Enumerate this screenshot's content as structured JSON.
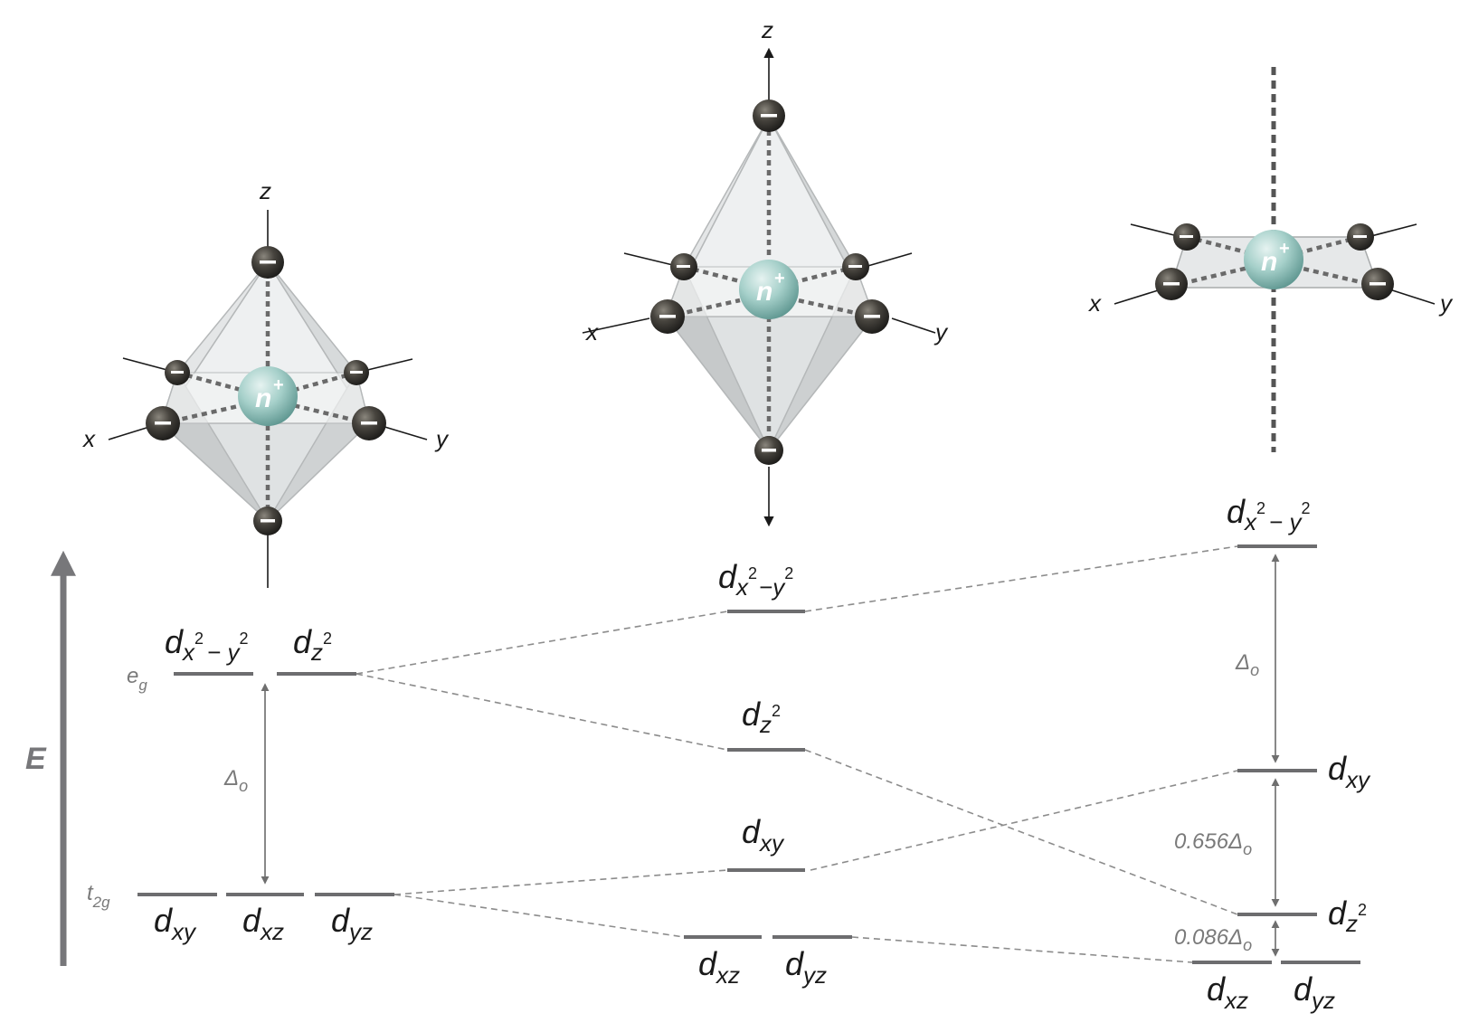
{
  "energy_axis": {
    "label": "E"
  },
  "molecules": [
    {
      "name": "octahedral",
      "center_label": "n",
      "center_charge": "+",
      "axes": [
        "x",
        "y",
        "z"
      ],
      "ligand_charge": "−"
    },
    {
      "name": "tetragonal",
      "center_label": "n",
      "center_charge": "+",
      "axes": [
        "x",
        "y",
        "z"
      ],
      "ligand_charge": "−"
    },
    {
      "name": "square-planar",
      "center_label": "n",
      "center_charge": "+",
      "axes": [
        "x",
        "y"
      ],
      "ligand_charge": "−"
    }
  ],
  "octahedral": {
    "eg_label": {
      "main": "e",
      "sub": "g"
    },
    "t2g_label": {
      "main": "t",
      "sub": "2g"
    },
    "gap_label": {
      "main": "Δ",
      "sub": "o"
    },
    "orbitals": {
      "dx2y2": {
        "main": "d",
        "sub": "x",
        "sup1": "2",
        "mid": "− y",
        "sup2": "2"
      },
      "dz2": {
        "main": "d",
        "sub": "z",
        "sup": "2"
      },
      "dxy": {
        "main": "d",
        "sub": "xy"
      },
      "dxz": {
        "main": "d",
        "sub": "xz"
      },
      "dyz": {
        "main": "d",
        "sub": "yz"
      }
    }
  },
  "tetragonal": {
    "orbitals": {
      "dx2y2": {
        "main": "d",
        "sub": "x",
        "sup1": "2",
        "mid": "−y",
        "sup2": "2"
      },
      "dz2": {
        "main": "d",
        "sub": "z",
        "sup": "2"
      },
      "dxy": {
        "main": "d",
        "sub": "xy"
      },
      "dxz": {
        "main": "d",
        "sub": "xz"
      },
      "dyz": {
        "main": "d",
        "sub": "yz"
      }
    }
  },
  "square_planar": {
    "gap_top": {
      "main": "Δ",
      "sub": "o"
    },
    "gap_mid": {
      "main": "0.656Δ",
      "sub": "o"
    },
    "gap_low": {
      "main": "0.086Δ",
      "sub": "o"
    },
    "orbitals": {
      "dx2y2": {
        "main": "d",
        "sub": "x",
        "sup1": "2",
        "mid": "− y",
        "sup2": "2"
      },
      "dxy": {
        "main": "d",
        "sub": "xy"
      },
      "dz2": {
        "main": "d",
        "sub": "z",
        "sup": "2"
      },
      "dxz": {
        "main": "d",
        "sub": "xz"
      },
      "dyz": {
        "main": "d",
        "sub": "yz"
      }
    }
  },
  "colors": {
    "ligand": "#3d3a35",
    "metal": "#8fbfb9",
    "level": "#6d6d6f",
    "polyhedron": "#d8dbdc"
  }
}
